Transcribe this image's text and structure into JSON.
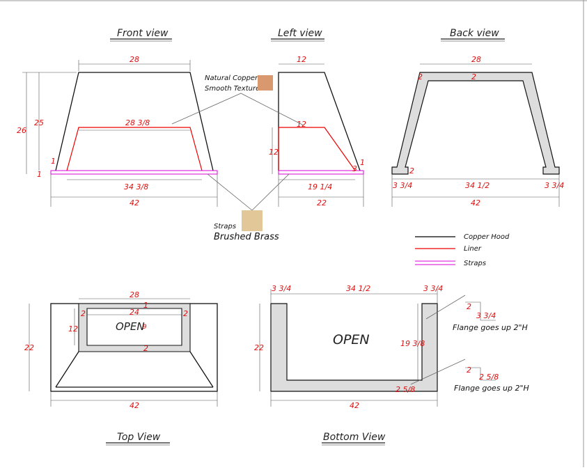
{
  "views": {
    "front": {
      "title": "Front view",
      "top_w": "28",
      "height_outer": "26",
      "height": "25",
      "liner_top": "28 3/8",
      "liner_h": "1",
      "strap_h": "1",
      "bottom_inner": "34 3/8",
      "bottom": "42"
    },
    "left": {
      "title": "Left view",
      "top": "12",
      "liner_top": "12",
      "liner_h": "12",
      "strap": "1",
      "inner": "19 1/4",
      "bottom": "22",
      "small": "3"
    },
    "back": {
      "title": "Back view",
      "top": "28",
      "side": "2",
      "inner_top": "2",
      "foot": "2",
      "left": "3 3/4",
      "center": "34 1/2",
      "right": "3 3/4",
      "bottom": "42"
    },
    "top": {
      "title": "Top View",
      "w": "28",
      "inner_w": "24",
      "rim": "1",
      "left_side": "2",
      "right_side": "2",
      "depth": "12",
      "center_label": "OPEN",
      "small": "9",
      "bottom_rim": "2",
      "height": "22",
      "bottom": "42"
    },
    "bottom": {
      "title": "Bottom View",
      "left": "3 3/4",
      "center": "34 1/2",
      "right": "3 3/4",
      "height": "22",
      "open_label": "OPEN",
      "inner_h": "19 3/8",
      "bottom_rim": "2 5/8",
      "bottom": "42"
    }
  },
  "materials": {
    "copper": {
      "line1": "Natural Copper",
      "line2": "Smooth Texture",
      "color": "#d9986e"
    },
    "brass": {
      "line1": "Straps",
      "line2": "Brushed Brass",
      "color": "#e2c898"
    }
  },
  "legend": [
    {
      "label": "Copper Hood",
      "color": "#000000"
    },
    {
      "label": "Liner",
      "color": "#e00000"
    },
    {
      "label": "Straps",
      "color": "#dd00dd"
    }
  ],
  "flanges": [
    {
      "text": "Flange goes up 2\"H",
      "a": "2",
      "b": "3 3/4"
    },
    {
      "text": "Flange goes up 2\"H",
      "a": "2",
      "b": "2 5/8"
    }
  ]
}
